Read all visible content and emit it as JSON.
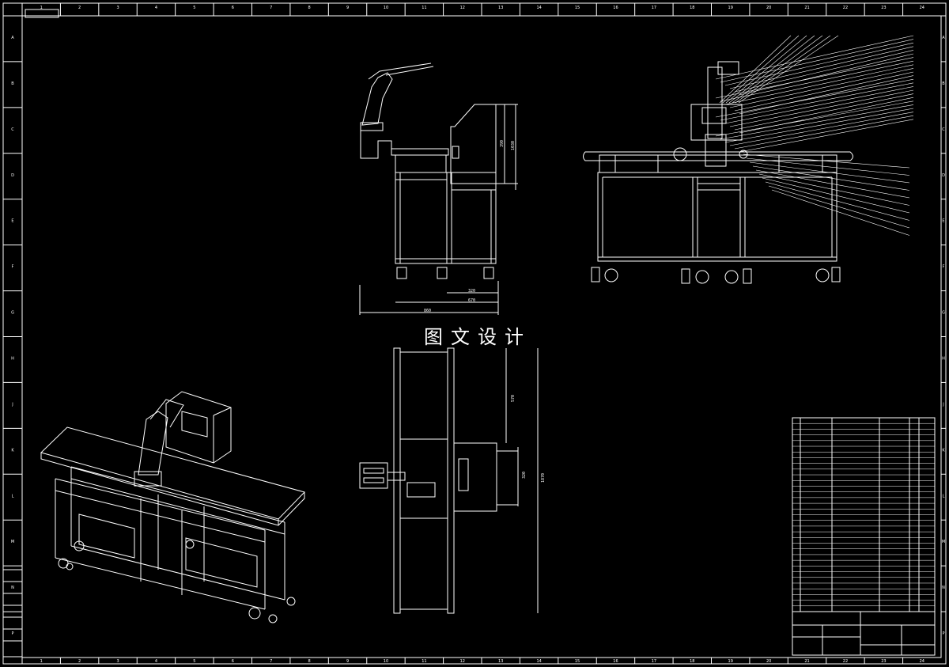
{
  "watermark": "图文设计",
  "border": {
    "top_numbers": [
      "1",
      "2",
      "3",
      "4",
      "5",
      "6",
      "7",
      "8",
      "9",
      "10",
      "11",
      "12",
      "13",
      "14",
      "15",
      "16",
      "17",
      "18",
      "19",
      "20",
      "21",
      "22",
      "23",
      "24"
    ],
    "side_letters": [
      "A",
      "B",
      "C",
      "D",
      "E",
      "F",
      "G",
      "H",
      "J",
      "K",
      "L",
      "M",
      "N",
      "P"
    ]
  },
  "colors": {
    "background": "#000000",
    "lines": "#ffffff",
    "accent": "#d8d8d8"
  }
}
